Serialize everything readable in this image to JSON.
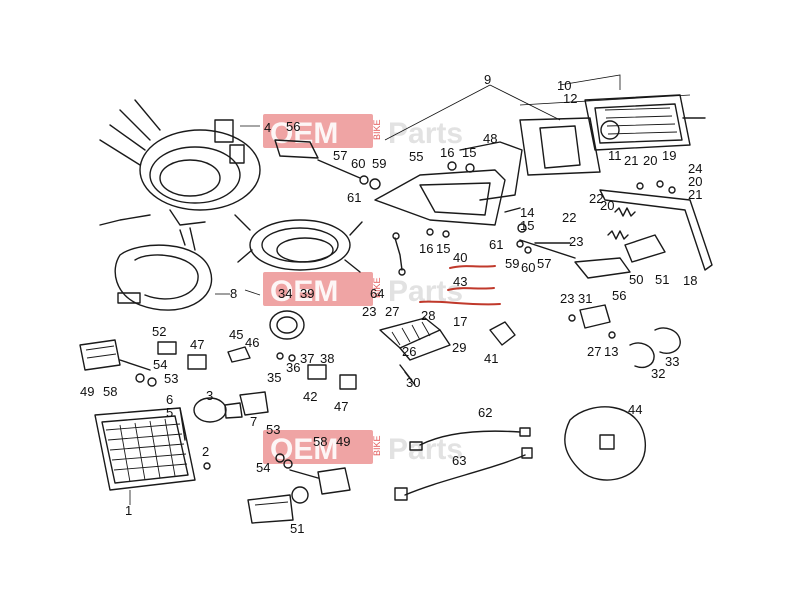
{
  "watermarks": [
    {
      "brand": "OEM",
      "small": "BIKE",
      "tail": "Parts"
    },
    {
      "brand": "OEM",
      "small": "BIKE",
      "tail": "Parts"
    },
    {
      "brand": "OEM",
      "small": "BIKE",
      "tail": "Parts"
    }
  ],
  "callouts": [
    "1",
    "2",
    "3",
    "4",
    "5",
    "6",
    "7",
    "8",
    "9",
    "10",
    "11",
    "12",
    "13",
    "14",
    "15",
    "15",
    "15",
    "16",
    "16",
    "17",
    "18",
    "19",
    "20",
    "20",
    "20",
    "21",
    "21",
    "22",
    "22",
    "23",
    "23",
    "23",
    "24",
    "26",
    "27",
    "27",
    "28",
    "29",
    "30",
    "31",
    "32",
    "33",
    "34",
    "35",
    "36",
    "37",
    "38",
    "39",
    "40",
    "41",
    "42",
    "43",
    "44",
    "45",
    "46",
    "47",
    "47",
    "48",
    "49",
    "49",
    "50",
    "51",
    "51",
    "52",
    "53",
    "53",
    "54",
    "54",
    "55",
    "56",
    "56",
    "57",
    "57",
    "58",
    "58",
    "59",
    "59",
    "60",
    "60",
    "61",
    "61",
    "62",
    "63",
    "64"
  ]
}
